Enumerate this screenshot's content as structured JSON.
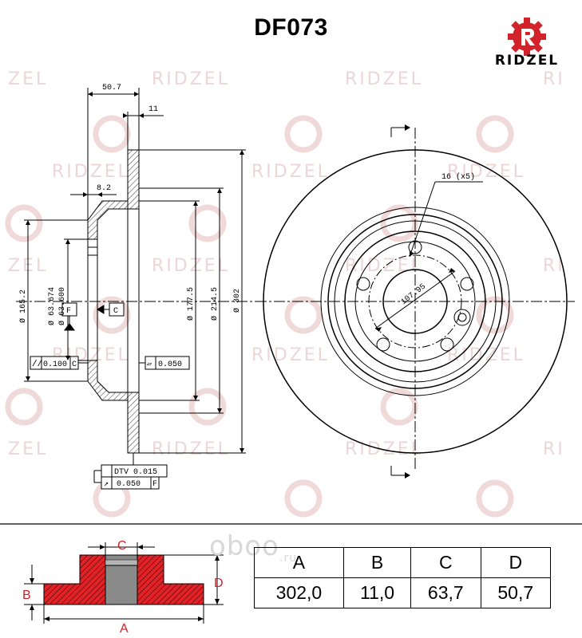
{
  "header": {
    "part_number": "DF073",
    "brand": "RIDZEL"
  },
  "watermark": {
    "text": "RIDZEL",
    "partial_left": "ZEL",
    "partial_right": "RI",
    "site": "oboo",
    "site_suffix": ".ru"
  },
  "side_view": {
    "dim_width": "50.7",
    "dim_thickness": "11",
    "dim_hat_wall": "8.2",
    "dim_d1652": "Ø 165.2",
    "dim_d63674": "Ø 63.674",
    "dim_d63600": "Ø 63.600",
    "dim_d1775": "Ø 177.5",
    "dim_d2145": "Ø 214.5",
    "dim_d302": "Ø 302",
    "datum_f": "F",
    "datum_c": "C",
    "tol_parallel_value": "0.100",
    "tol_parallel_ref": "C",
    "tol_flat_value": "0.050",
    "tol_dtv": "DTV 0.015",
    "tol_runout_value": "0.050",
    "tol_runout_ref": "F"
  },
  "front_view": {
    "holes_label": "16 (x5)",
    "pcd_label": "107.95"
  },
  "specs": {
    "headers": [
      "A",
      "B",
      "C",
      "D"
    ],
    "values": [
      "302,0",
      "11,0",
      "63,7",
      "50,7"
    ]
  },
  "diagram_labels": {
    "a": "A",
    "b": "B",
    "c": "C",
    "d": "D"
  },
  "colors": {
    "brand_red": "#d2232a",
    "watermark": "#e8d0d0",
    "hatch_red": "#e32227"
  }
}
